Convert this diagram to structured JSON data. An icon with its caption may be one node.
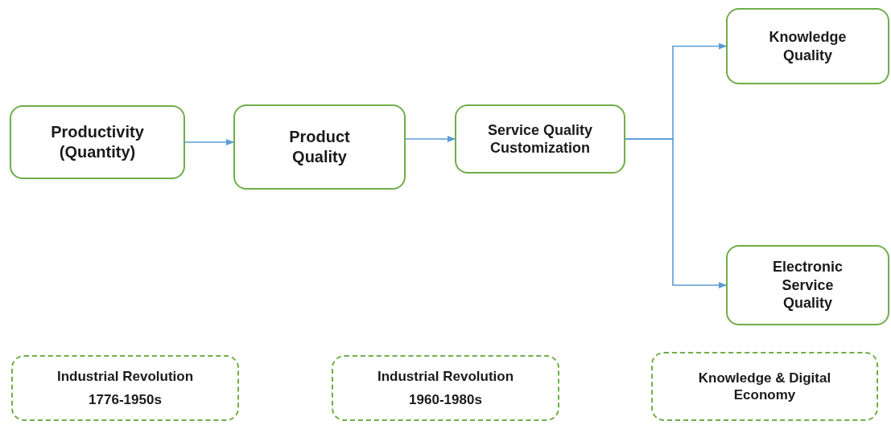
{
  "diagram": {
    "nodes": [
      {
        "text": [
          "Productivity (Quantity)"
        ]
      },
      {
        "text": [
          "Product Quality"
        ]
      },
      {
        "text": [
          "Service Quality Customization"
        ]
      },
      {
        "text": [
          "Knowledge Quality"
        ]
      },
      {
        "text": [
          "Electronic Service Quality"
        ]
      },
      {
        "text": [
          "Industrial Revolution",
          "1776-1950s"
        ]
      },
      {
        "text": [
          "Industrial Revolution",
          "1960-1980s"
        ]
      },
      {
        "text": [
          "Knowledge & Digital Economy"
        ]
      }
    ],
    "edges": [
      {
        "from": 0,
        "to": 1,
        "arrow": "to"
      },
      {
        "from": 1,
        "to": 2,
        "arrow": "to"
      },
      {
        "from": 2,
        "to": 3,
        "arrow": "to"
      },
      {
        "from": 2,
        "to": 4,
        "arrow": "to"
      }
    ]
  }
}
